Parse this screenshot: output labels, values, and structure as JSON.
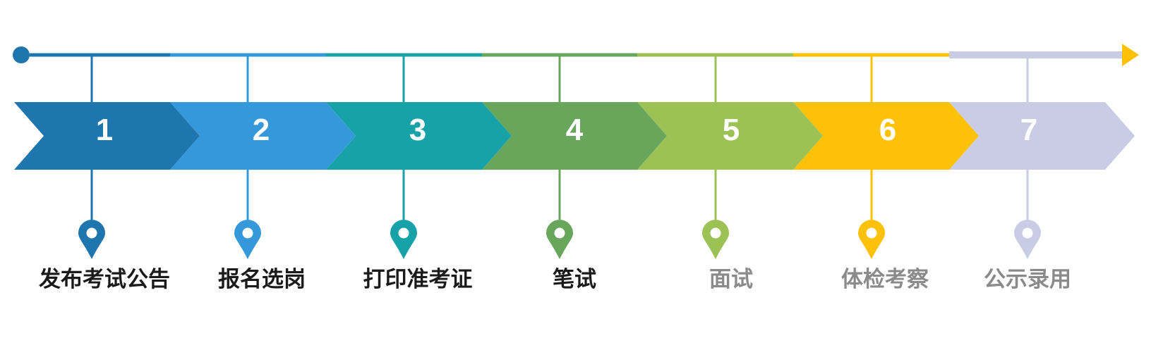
{
  "diagram": {
    "title_text": "",
    "type": "process-timeline-chevron",
    "colors": {
      "step1": "#1f76ae",
      "step2": "#3498db",
      "step3": "#17a2a8",
      "step4": "#68a75b",
      "step5": "#9cc155",
      "step6": "#fdc107",
      "step7": "#c9cce4",
      "active_label": "#1a1a1a",
      "muted_label": "#8a8a8a",
      "number_text": "#ffffff",
      "arrow_head": "#fdc107",
      "timeline_start_dot": "#1f76ae"
    },
    "timeline": {
      "start_dot_label": "start-node",
      "arrow_head_label": "arrow-head",
      "segments": [
        {
          "color": "#1f76ae"
        },
        {
          "color": "#3498db"
        },
        {
          "color": "#17a2a8"
        },
        {
          "color": "#68a75b"
        },
        {
          "color": "#9cc155"
        },
        {
          "color": "#fdc107"
        },
        {
          "color": "#c9cce4"
        }
      ]
    },
    "steps": [
      {
        "number": "1",
        "label": "发布考试公告",
        "color": "#1f76ae",
        "state": "active",
        "pin": "map-pin-icon"
      },
      {
        "number": "2",
        "label": "报名选岗",
        "color": "#3498db",
        "state": "active",
        "pin": "map-pin-icon"
      },
      {
        "number": "3",
        "label": "打印准考证",
        "color": "#17a2a8",
        "state": "active",
        "pin": "map-pin-icon"
      },
      {
        "number": "4",
        "label": "笔试",
        "color": "#68a75b",
        "state": "active",
        "pin": "map-pin-icon"
      },
      {
        "number": "5",
        "label": "面试",
        "color": "#9cc155",
        "state": "muted",
        "pin": "map-pin-icon"
      },
      {
        "number": "6",
        "label": "体检考察",
        "color": "#fdc107",
        "state": "muted",
        "pin": "map-pin-icon"
      },
      {
        "number": "7",
        "label": "公示录用",
        "color": "#c9cce4",
        "state": "muted",
        "pin": "map-pin-icon"
      }
    ]
  }
}
